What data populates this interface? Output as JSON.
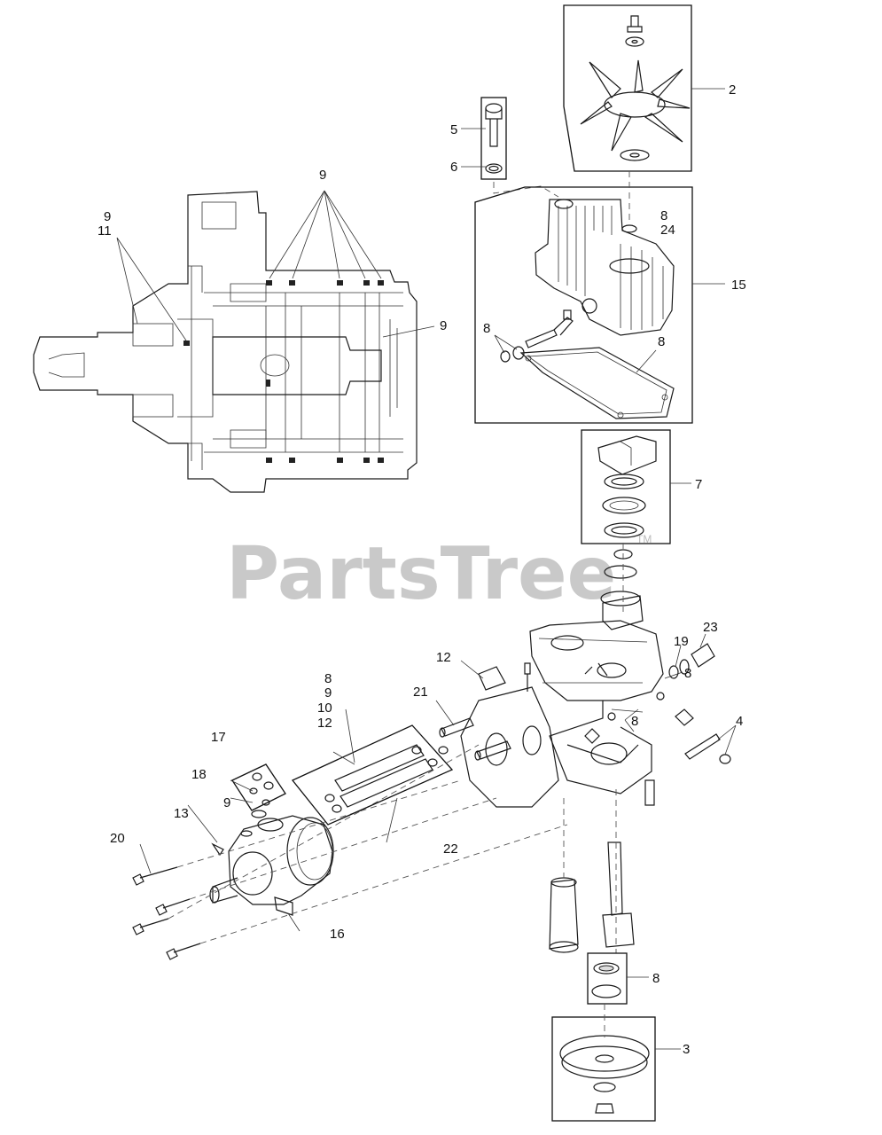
{
  "watermark": {
    "text": "PartsTree",
    "tm": "TM"
  },
  "callouts": {
    "c2": "2",
    "c3": "3",
    "c4": "4",
    "c5": "5",
    "c6": "6",
    "c7": "7",
    "c8_cover_a": "8",
    "c24": "24",
    "c15": "15",
    "c8_cover_b": "8",
    "c8_cover_c": "8",
    "c9_top": "9",
    "c9_left": "9",
    "c11_left": "11",
    "c9_right": "9",
    "c8_kit": "8",
    "c9_kit": "9",
    "c10_kit": "10",
    "c12_kit": "12",
    "c12": "12",
    "c21": "21",
    "c17": "17",
    "c18": "18",
    "c9_small": "9",
    "c13": "13",
    "c20": "20",
    "c16": "16",
    "c22": "22",
    "c19": "19",
    "c23": "23",
    "c8_valve": "8",
    "c8_center": "8",
    "c8_bearing": "8"
  }
}
